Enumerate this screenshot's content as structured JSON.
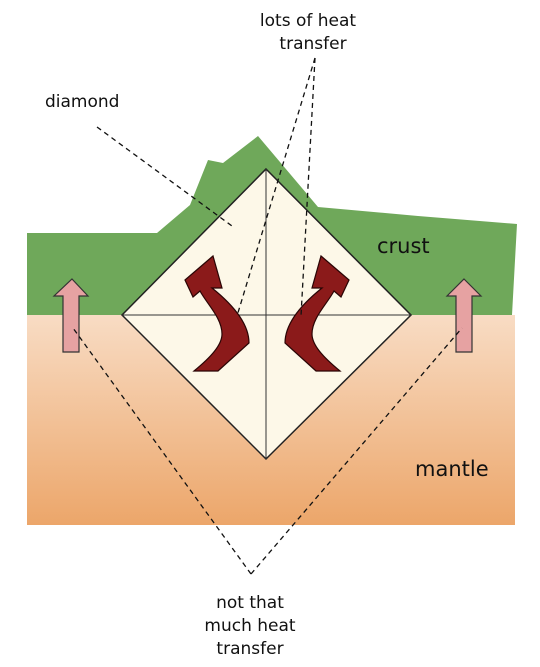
{
  "labels": {
    "top_line1": "lots of heat",
    "top_line2": "transfer",
    "diamond": "diamond",
    "crust": "crust",
    "mantle": "mantle",
    "bottom_line1": "not that",
    "bottom_line2": "much heat",
    "bottom_line3": "transfer"
  },
  "colors": {
    "crust": "#6fa85a",
    "mantle_top": "#f8dcc4",
    "mantle_bottom": "#eca66a",
    "diamond_fill": "#fdf8e8",
    "heat_arrow": "#8b1a1a",
    "upward_arrow": "#e6a2a2",
    "leader_line": "#111111"
  }
}
